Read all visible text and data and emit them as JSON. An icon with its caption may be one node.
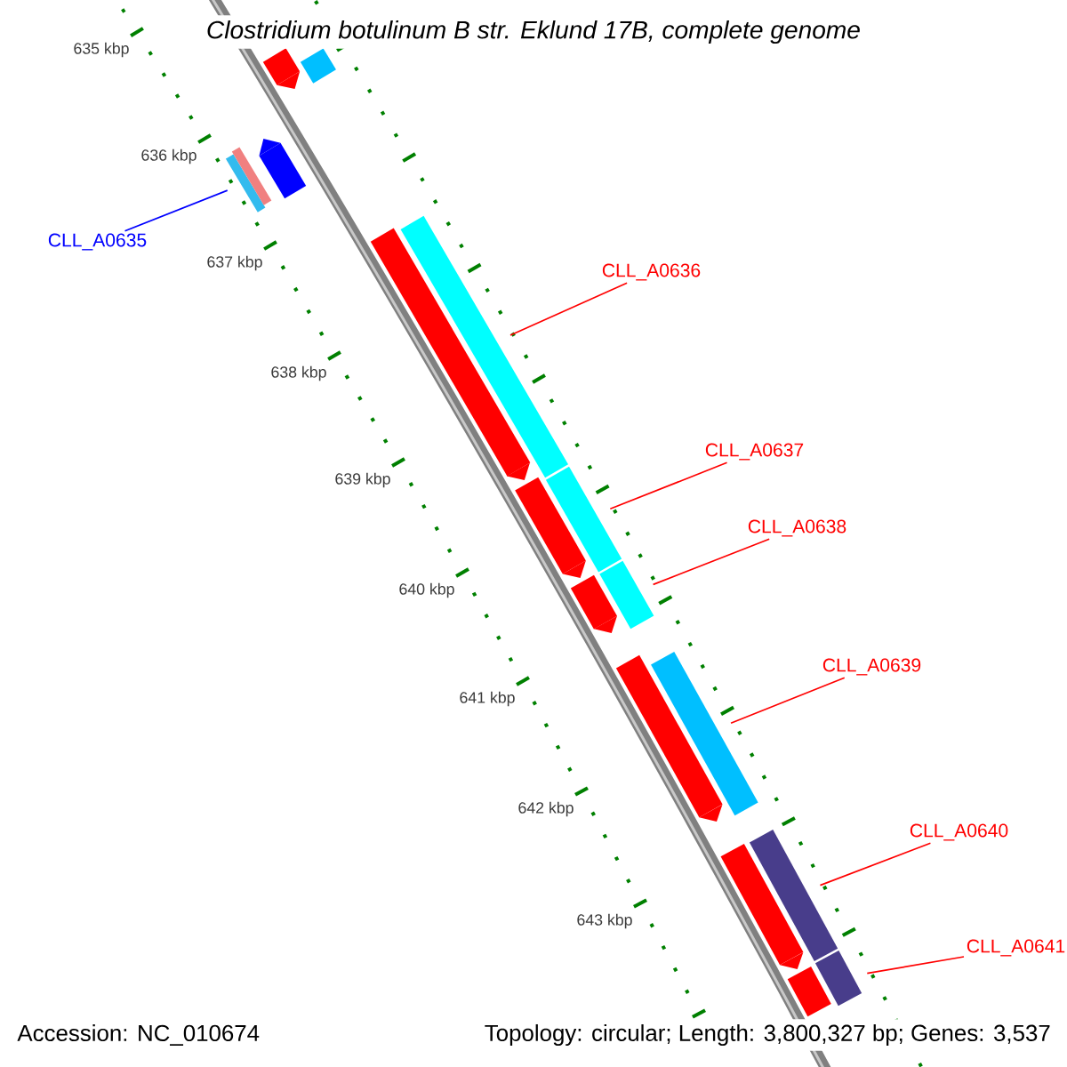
{
  "diagram": {
    "title": "*Clostridium botulinum B str. Eklund 17B, complete genome*",
    "nodes": [
      {
        "text": [
          "CLL_A0635"
        ]
      },
      {
        "text": [
          "CLL_A0636"
        ]
      },
      {
        "text": [
          "CLL_A0637"
        ]
      },
      {
        "text": [
          "CLL_A0638"
        ]
      },
      {
        "text": [
          "CLL_A0639"
        ]
      },
      {
        "text": [
          "CLL_A0640"
        ]
      },
      {
        "text": [
          "CLL_A0641"
        ]
      },
      {
        "text": [],
        "shape": "bar"
      },
      {
        "text": [],
        "shape": "bar"
      },
      {
        "text": [],
        "shape": "bar"
      },
      {
        "text": [],
        "shape": "bar"
      },
      {
        "text": [],
        "shape": "bar"
      },
      {
        "text": [],
        "shape": "bar"
      },
      {
        "text": [],
        "shape": "bar"
      },
      {
        "text": [],
        "shape": "arrow"
      },
      {
        "text": [],
        "shape": "bar"
      },
      {
        "text": [],
        "shape": "arrow"
      },
      {
        "text": [],
        "shape": "arrow"
      },
      {
        "text": [],
        "shape": "arrow"
      },
      {
        "text": [],
        "shape": "arrow"
      },
      {
        "text": [],
        "shape": "arrow"
      },
      {
        "text": [],
        "shape": "bar"
      },
      {
        "text": [],
        "shape": "bar"
      },
      {
        "text": [],
        "shape": "arrow"
      }
    ],
    "edges": [
      {
        "from": 0,
        "to": 7,
        "arrow": "none",
        "color": "#0000ff"
      },
      {
        "from": 1,
        "to": 8,
        "arrow": "none"
      },
      {
        "from": 2,
        "to": 9,
        "arrow": "none"
      },
      {
        "from": 3,
        "to": 10,
        "arrow": "none"
      },
      {
        "from": 4,
        "to": 11,
        "arrow": "none"
      },
      {
        "from": 5,
        "to": 12,
        "arrow": "none"
      },
      {
        "from": 6,
        "to": 13,
        "arrow": "none"
      }
    ],
    "labels": [
      "635 kbp",
      "636 kbp",
      "637 kbp",
      "638 kbp",
      "639 kbp",
      "640 kbp",
      "641 kbp",
      "642 kbp",
      "643 kbp",
      "Accession: NC_010674",
      "Topology: circular; Length: 3,800,327 bp; Genes: 3,537"
    ]
  }
}
